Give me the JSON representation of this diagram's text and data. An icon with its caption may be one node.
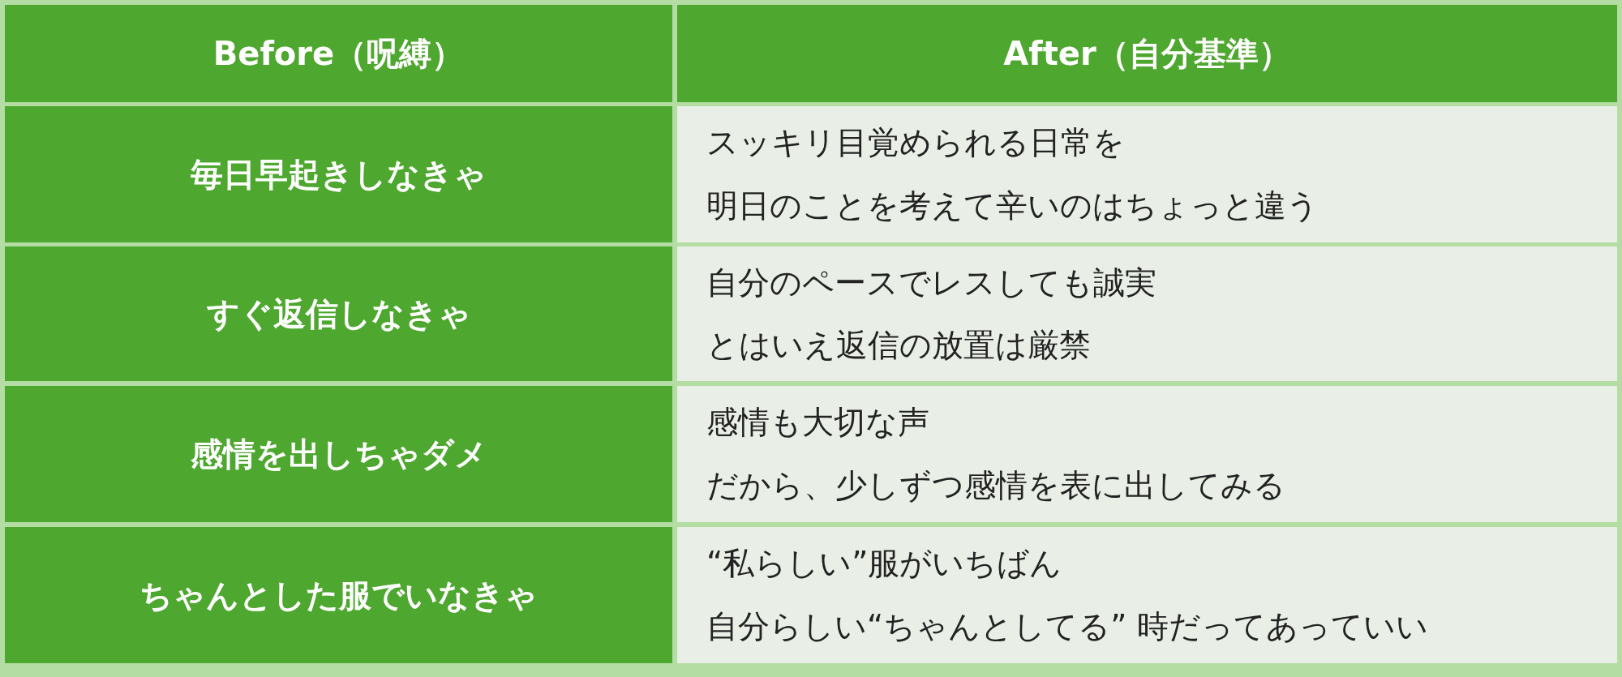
{
  "diagram": {
    "labels": [
      "Before（呪縛）",
      "After（自分基準）",
      "毎日早起きしなきゃ",
      "スッキリ目覚められる日常を",
      "明日のことを考えて辛いのはちょっと違う",
      "すぐ返信しなきゃ",
      "自分のペースでレスしても誠実",
      "とはいえ返信の放置は厳禁",
      "感情を出しちゃダメ",
      "感情も大切な声",
      "だから、少しずつ感情を表に出してみる",
      "ちゃんとした服でいなきゃ",
      "“私らしい”服がいちばん",
      "自分らしい“ちゃんとしてる” 時だってあっていい"
    ]
  }
}
